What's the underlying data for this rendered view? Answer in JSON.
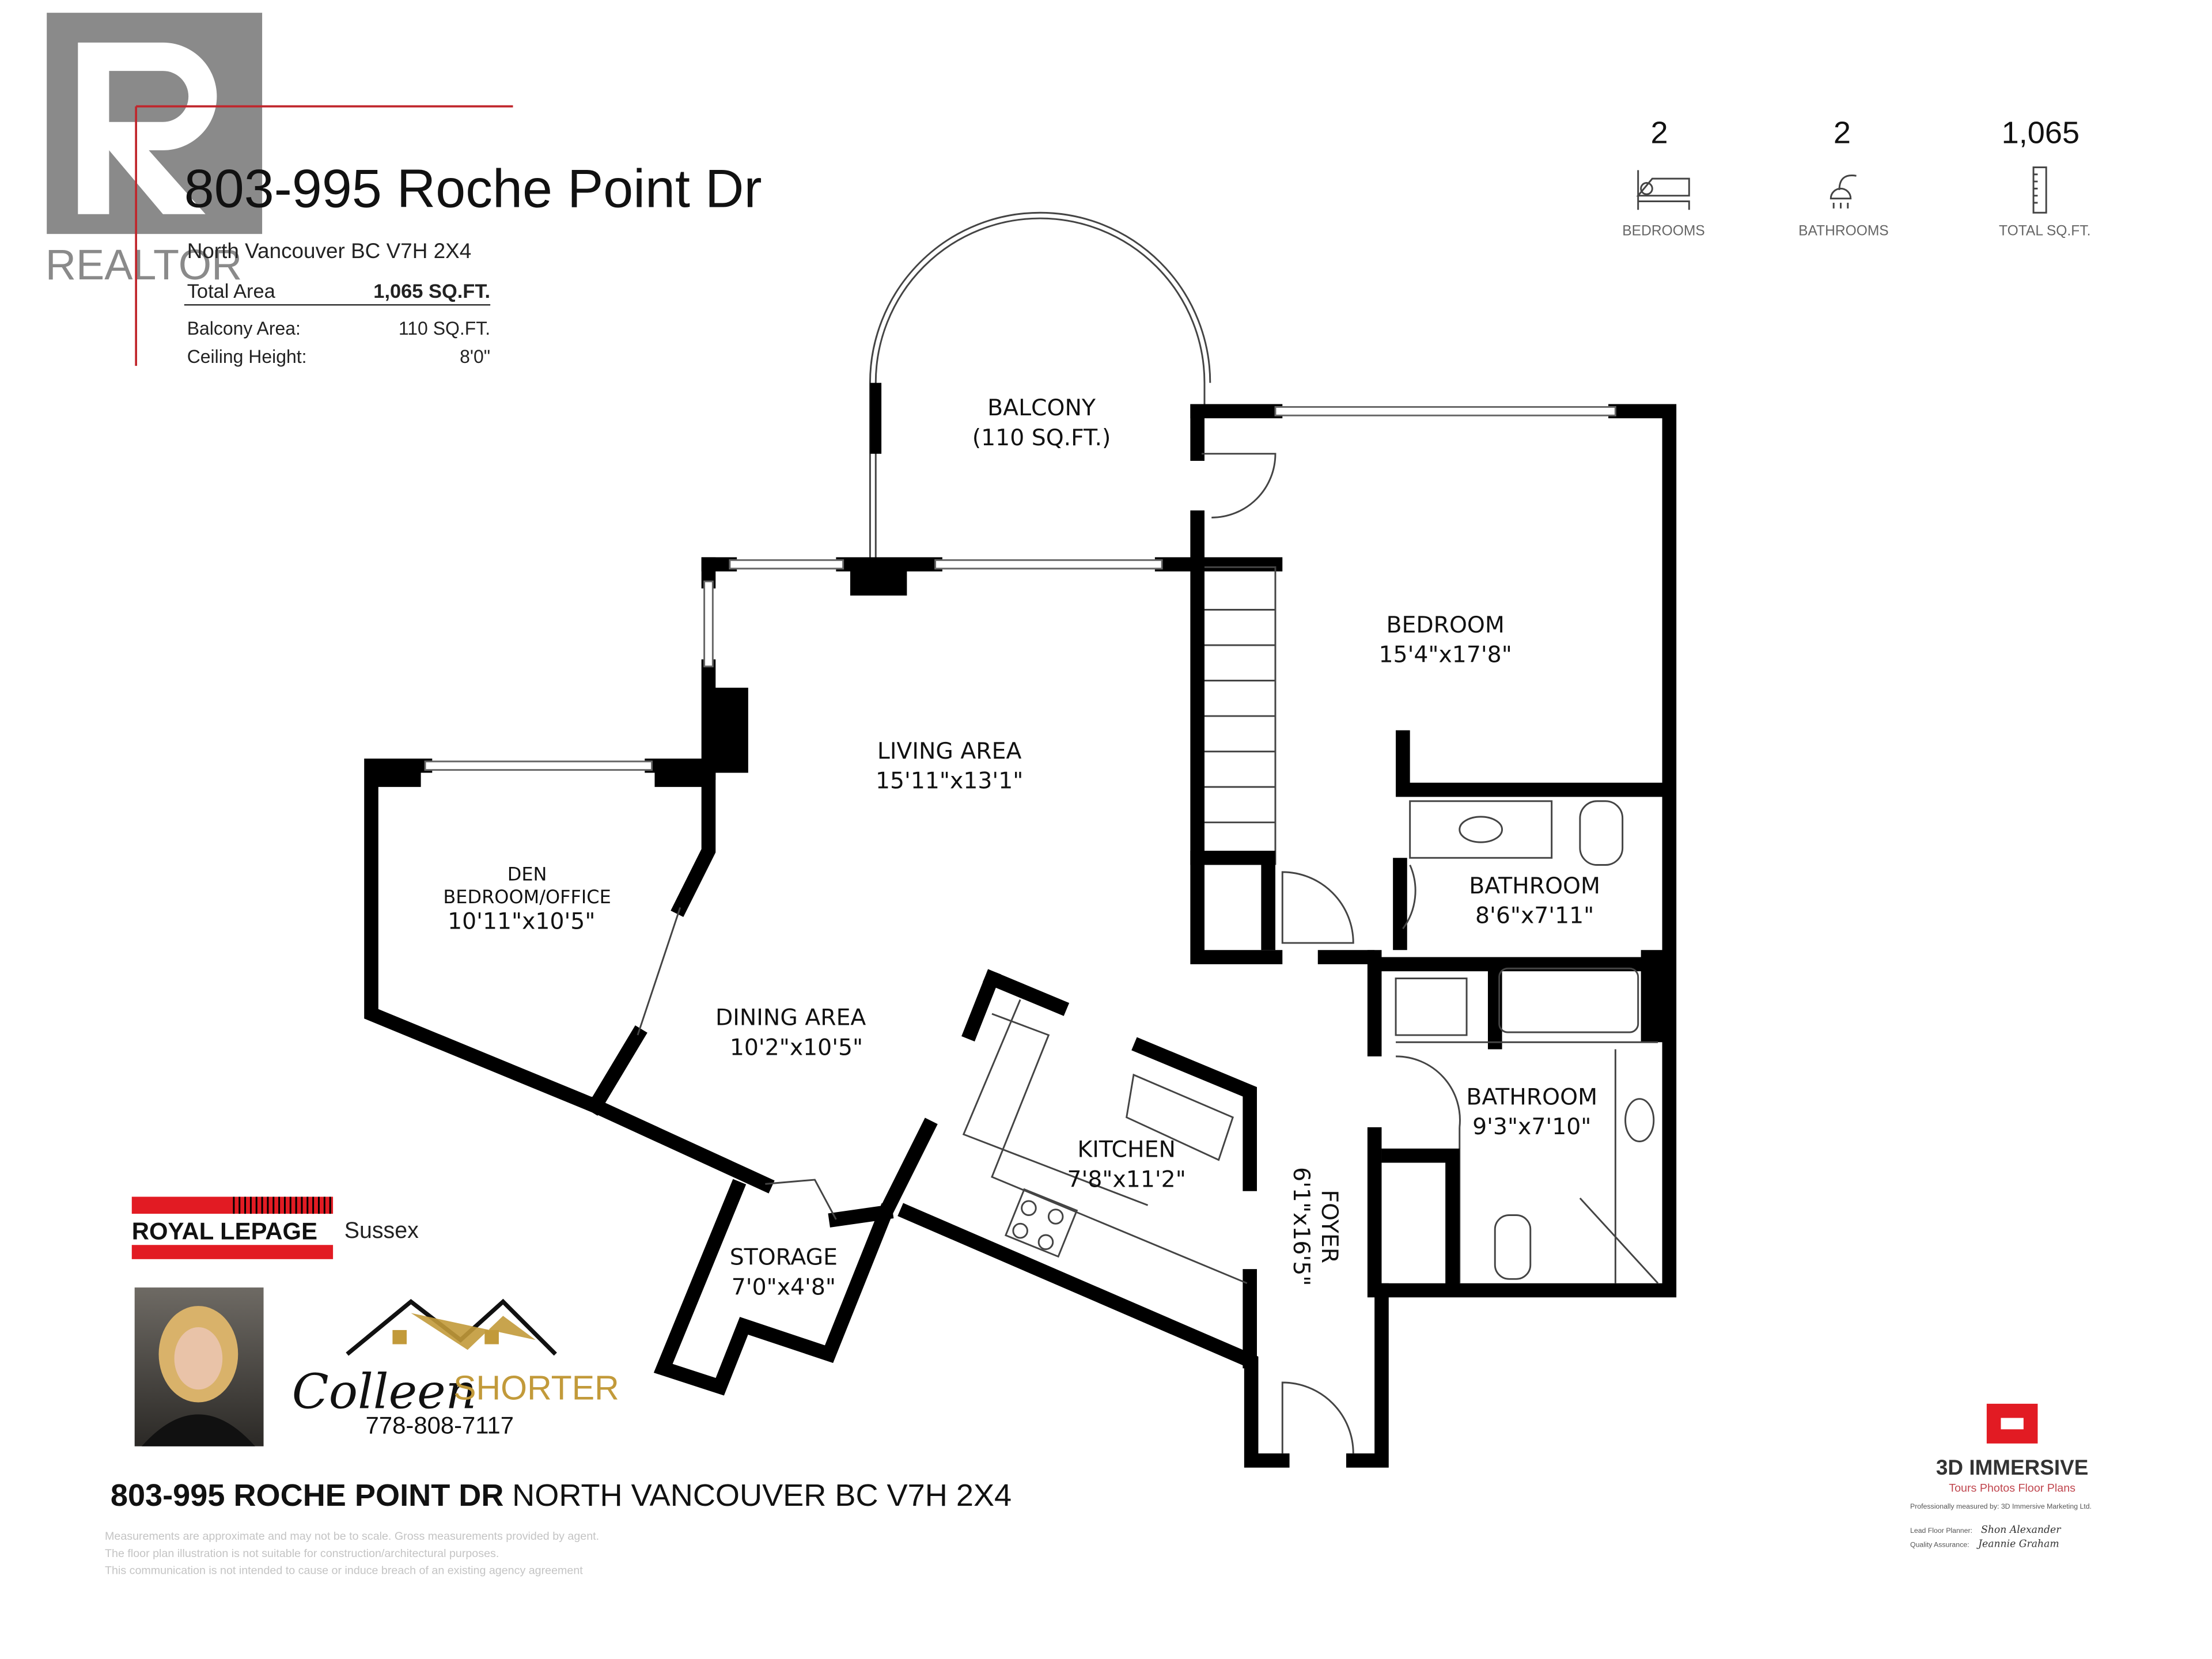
{
  "header": {
    "logo_text": "REALTOR",
    "address_title": "803-995 Roche Point Dr",
    "city_line": "North Vancouver BC V7H 2X4",
    "total_area_label": "Total Area",
    "total_area_value": "1,065 SQ.FT.",
    "balcony_area_label": "Balcony Area:",
    "balcony_area_value": "110 SQ.FT.",
    "ceiling_label": "Ceiling Height:",
    "ceiling_value": "8'0\""
  },
  "stats": [
    {
      "value": "2",
      "label": "BEDROOMS",
      "icon": "bed-icon"
    },
    {
      "value": "2",
      "label": "BATHROOMS",
      "icon": "shower-icon"
    },
    {
      "value": "1,065",
      "label": "TOTAL SQ.FT.",
      "icon": "ruler-icon"
    }
  ],
  "rooms": {
    "balcony": {
      "name": "BALCONY",
      "size": "(110 SQ.FT.)"
    },
    "bedroom": {
      "name": "BEDROOM",
      "size": "15'4\"x17'8\""
    },
    "living": {
      "name": "LIVING AREA",
      "size": "15'11\"x13'1\""
    },
    "den": {
      "name": "DEN",
      "sub": "BEDROOM/OFFICE",
      "size": "10'11\"x10'5\""
    },
    "bath1": {
      "name": "BATHROOM",
      "size": "8'6\"x7'11\""
    },
    "dining": {
      "name": "DINING AREA",
      "size": "10'2\"x10'5\""
    },
    "bath2": {
      "name": "BATHROOM",
      "size": "9'3\"x7'10\""
    },
    "kitchen": {
      "name": "KITCHEN",
      "size": "7'8\"x11'2\""
    },
    "foyer": {
      "name": "FOYER",
      "size": "6'1\"x16'5\""
    },
    "storage": {
      "name": "STORAGE",
      "size": "7'0\"x4'8\""
    }
  },
  "agent": {
    "brokerage": "ROYAL LEPAGE",
    "brokerage_suffix": "Sussex",
    "name_first": "Colleen",
    "name_last": "SHORTER",
    "phone": "778-808-7117"
  },
  "footer": {
    "address_bold": "803-995 ROCHE POINT DR",
    "address_rest": "NORTH VANCOUVER BC V7H 2X4",
    "disclaimer": [
      "Measurements are approximate and may not be to scale. Gross measurements provided by agent.",
      "The floor plan illustration is not suitable for construction/architectural purposes.",
      "This communication is not intended to cause or induce breach of an existing agency agreement"
    ]
  },
  "vendor": {
    "name": "3D IMMERSIVE",
    "tagline": "Tours  Photos  Floor Plans",
    "measured_by": "Professionally measured by: 3D Immersive Marketing Ltd.",
    "lead_label": "Lead Floor Planner:",
    "qa_label": "Quality Assurance:",
    "lead_signature": "Shon Alexander",
    "qa_signature": "Jeannie Graham"
  },
  "colors": {
    "brand_red": "#e21b23",
    "realtor_gray": "#8a8a8a",
    "wall": "#000000"
  }
}
